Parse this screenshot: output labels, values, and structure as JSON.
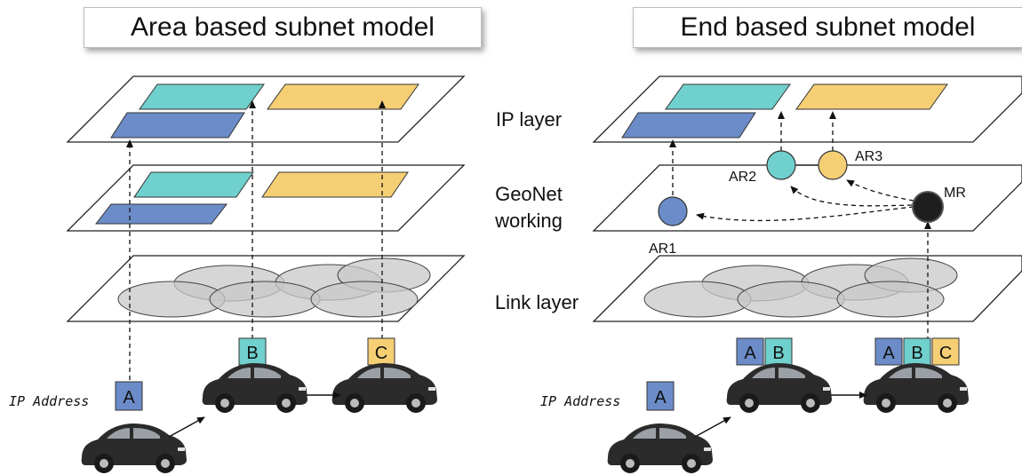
{
  "panels": {
    "left": {
      "title": "Area based subnet model"
    },
    "right": {
      "title": "End based subnet model"
    }
  },
  "layers": {
    "ip": "IP layer",
    "geonet_line1": "GeoNet",
    "geonet_line2": "working",
    "link": "Link layer"
  },
  "labels": {
    "ip_address": "IP Address",
    "a": "A",
    "b": "B",
    "c": "C"
  },
  "nodes": {
    "ar1": "AR1",
    "ar2": "AR2",
    "ar3": "AR3",
    "mr": "MR"
  },
  "colors": {
    "blue": "#6b8cc8",
    "teal": "#70d0ce",
    "yellow": "#f6cf75",
    "ellipse": "#cfcfcf",
    "car": "#2b2b2b"
  }
}
